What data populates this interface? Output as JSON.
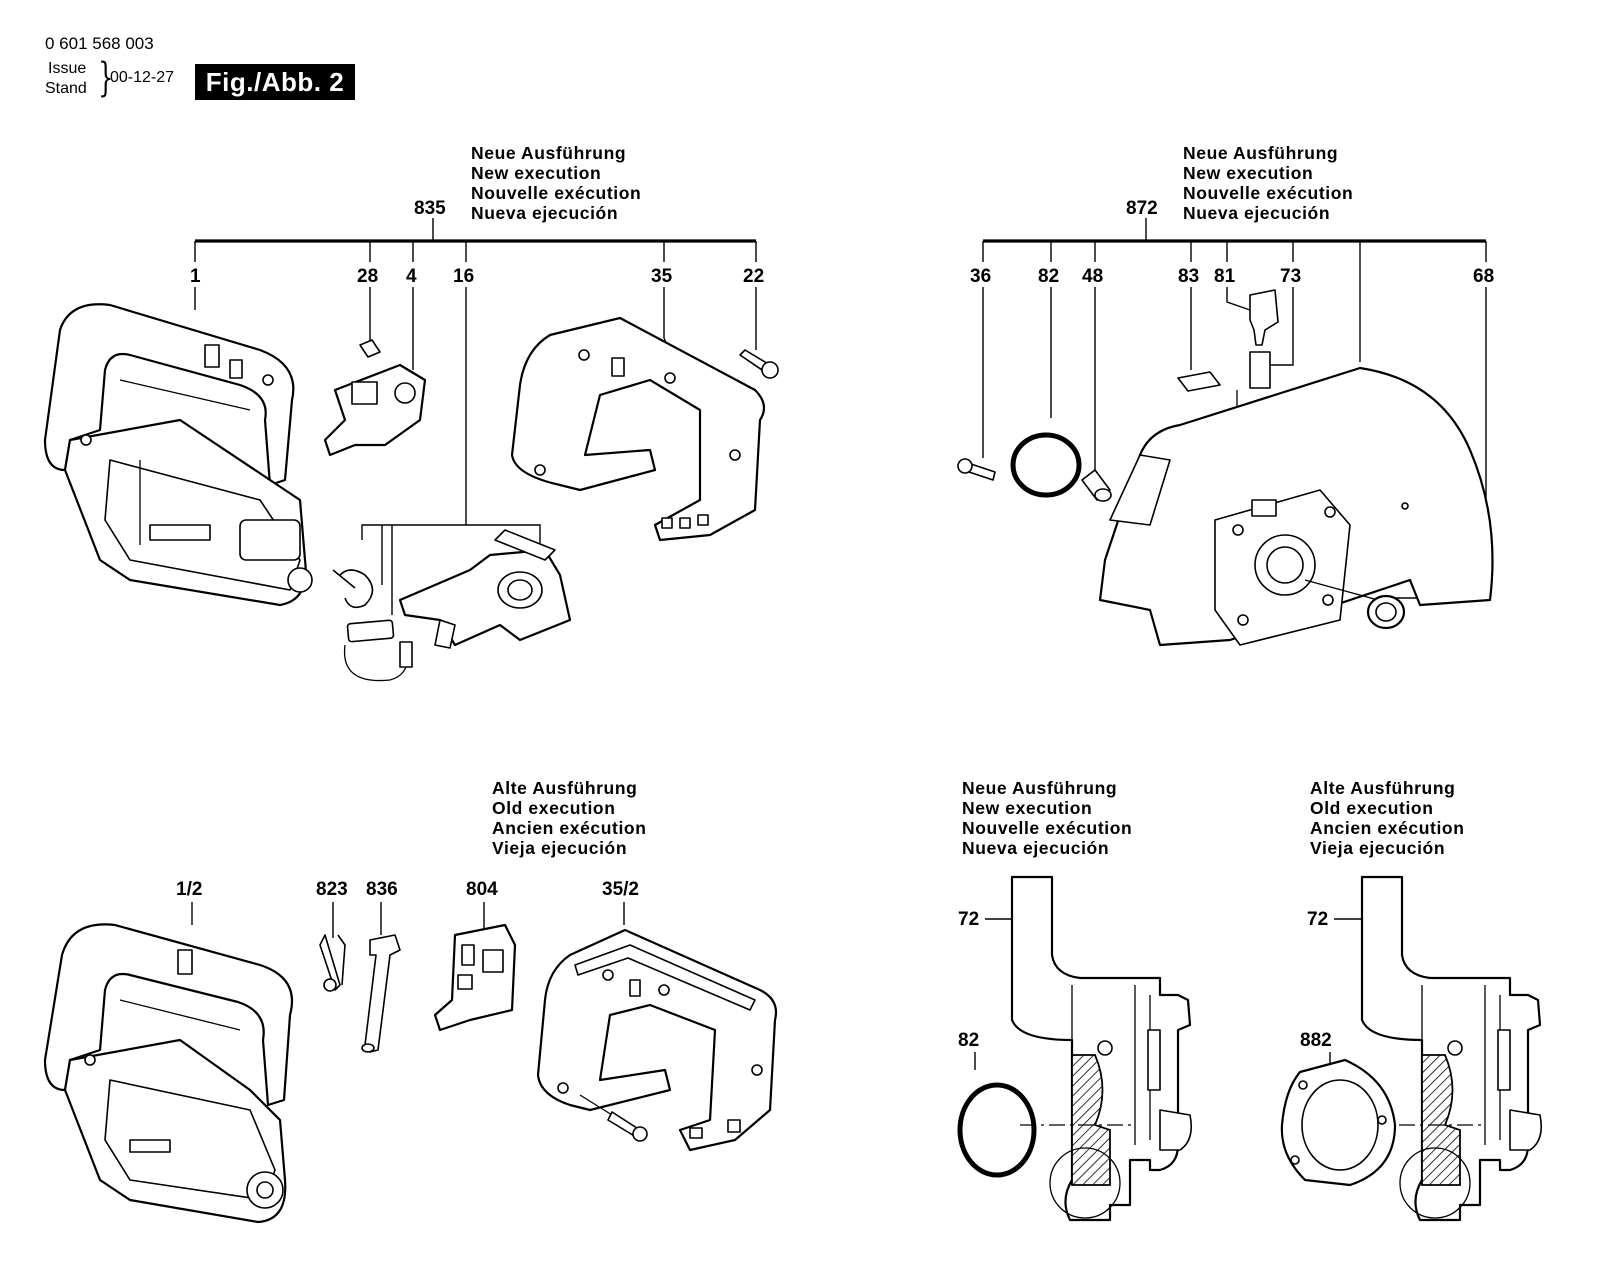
{
  "header": {
    "part_number": "0 601 568 003",
    "issue_label": "Issue",
    "stand_label": "Stand",
    "date": "00-12-27",
    "figure": "Fig./Abb. 2"
  },
  "execution_labels": {
    "new": [
      "Neue Ausführung",
      "New execution",
      "Nouvelle exécution",
      "Nueva ejecución"
    ],
    "old": [
      "Alte Ausführung",
      "Old execution",
      "Ancien exécution",
      "Vieja ejecución"
    ]
  },
  "groups": {
    "top_left": {
      "assembly": "835",
      "parts": [
        "1",
        "28",
        "4",
        "16",
        "35",
        "22"
      ]
    },
    "top_right": {
      "assembly": "872",
      "parts": [
        "36",
        "82",
        "48",
        "83",
        "81",
        "73",
        "68"
      ]
    },
    "bottom_left": {
      "parts": [
        "1/2",
        "823",
        "836",
        "804",
        "35/2"
      ]
    },
    "detail_new": {
      "parts": [
        "72",
        "82"
      ]
    },
    "detail_old": {
      "parts": [
        "72",
        "882"
      ]
    }
  }
}
